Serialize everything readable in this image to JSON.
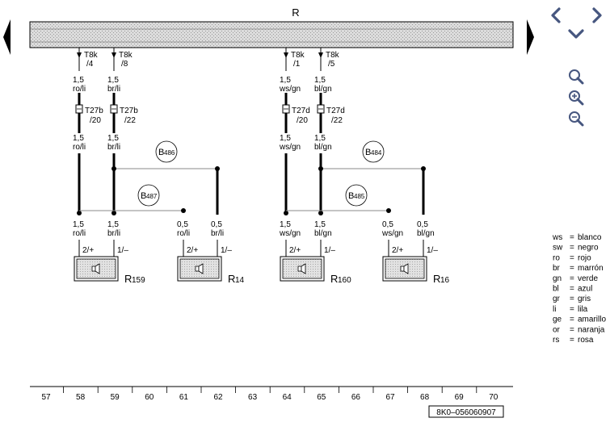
{
  "diagram": {
    "bus_label": "R",
    "drawing_number": "8K0–056060907",
    "columns": [
      "57",
      "58",
      "59",
      "60",
      "61",
      "62",
      "63",
      "64",
      "65",
      "66",
      "67",
      "68",
      "69",
      "70"
    ],
    "connectors_top": [
      {
        "name": "T8k",
        "pin": "/4"
      },
      {
        "name": "T8k",
        "pin": "/8"
      },
      {
        "name": "T8k",
        "pin": "/1"
      },
      {
        "name": "T8k",
        "pin": "/5"
      }
    ],
    "connectors_mid": [
      {
        "name": "T27b",
        "pin": "/20"
      },
      {
        "name": "T27b",
        "pin": "/22"
      },
      {
        "name": "T27d",
        "pin": "/20"
      },
      {
        "name": "T27d",
        "pin": "/22"
      }
    ],
    "wires_top": [
      {
        "size": "1,5",
        "color": "ro/li"
      },
      {
        "size": "1,5",
        "color": "br/li"
      },
      {
        "size": "1,5",
        "color": "ws/gn"
      },
      {
        "size": "1,5",
        "color": "bl/gn"
      }
    ],
    "wires_mid": [
      {
        "size": "1,5",
        "color": "ro/li"
      },
      {
        "size": "1,5",
        "color": "br/li"
      },
      {
        "size": "1,5",
        "color": "ws/gn"
      },
      {
        "size": "1,5",
        "color": "bl/gn"
      }
    ],
    "wires_bottom": [
      {
        "size": "1,5",
        "color": "ro/li"
      },
      {
        "size": "1,5",
        "color": "br/li"
      },
      {
        "size": "0,5",
        "color": "ro/li"
      },
      {
        "size": "0,5",
        "color": "br/li"
      },
      {
        "size": "1,5",
        "color": "ws/gn"
      },
      {
        "size": "1,5",
        "color": "bl/gn"
      },
      {
        "size": "0,5",
        "color": "ws/gn"
      },
      {
        "size": "0,5",
        "color": "bl/gn"
      }
    ],
    "splices": [
      {
        "letter": "B",
        "num": "486"
      },
      {
        "letter": "B",
        "num": "487"
      },
      {
        "letter": "B",
        "num": "484"
      },
      {
        "letter": "B",
        "num": "485"
      }
    ],
    "speakers": [
      {
        "letter": "R",
        "num": "159",
        "pin_pos": "2/+",
        "pin_neg": "1/–"
      },
      {
        "letter": "R",
        "num": "14",
        "pin_pos": "2/+",
        "pin_neg": "1/–"
      },
      {
        "letter": "R",
        "num": "160",
        "pin_pos": "2/+",
        "pin_neg": "1/–"
      },
      {
        "letter": "R",
        "num": "16",
        "pin_pos": "2/+",
        "pin_neg": "1/–"
      }
    ]
  },
  "legend": [
    {
      "code": "ws",
      "name": "blanco"
    },
    {
      "code": "sw",
      "name": "negro"
    },
    {
      "code": "ro",
      "name": "rojo"
    },
    {
      "code": "br",
      "name": "marrón"
    },
    {
      "code": "gn",
      "name": "verde"
    },
    {
      "code": "bl",
      "name": "azul"
    },
    {
      "code": "gr",
      "name": "gris"
    },
    {
      "code": "li",
      "name": "lila"
    },
    {
      "code": "ge",
      "name": "amarillo"
    },
    {
      "code": "or",
      "name": "naranja"
    },
    {
      "code": "rs",
      "name": "rosa"
    }
  ],
  "legend_sep": "=",
  "icons": {
    "nav": [
      "chevron-left-icon",
      "chevron-right-icon",
      "chevron-down-icon"
    ],
    "zoom": [
      "zoom-icon",
      "zoom-in-icon",
      "zoom-out-icon"
    ],
    "page": [
      "page-prev-icon",
      "page-next-icon"
    ]
  }
}
